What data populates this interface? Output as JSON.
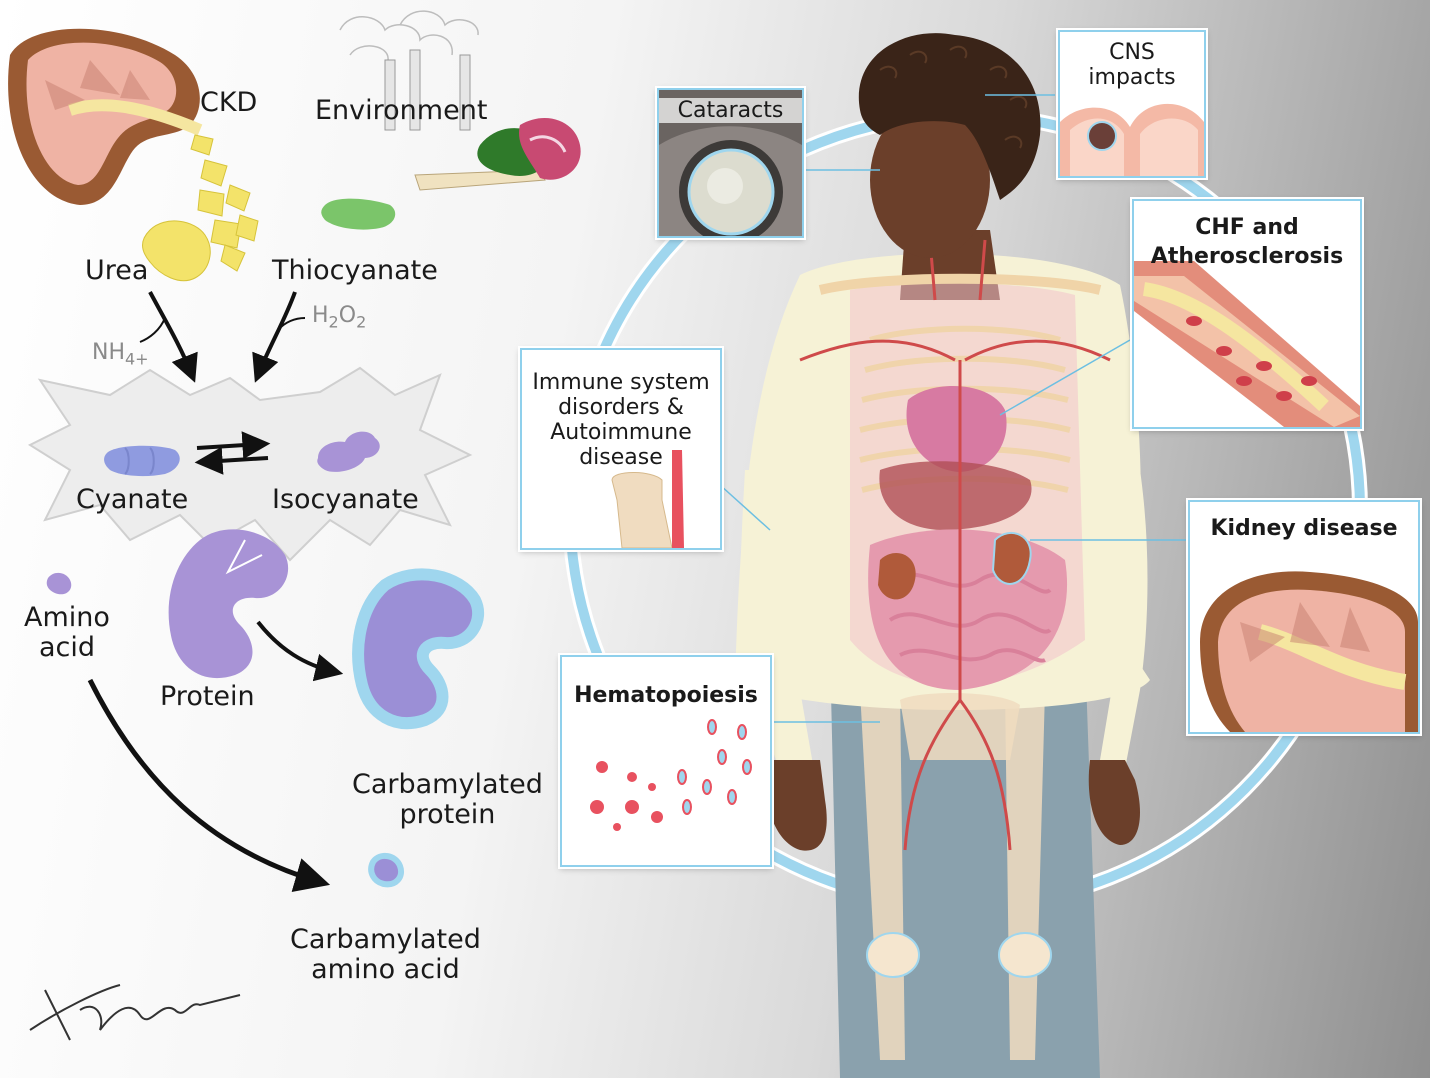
{
  "pathway": {
    "sources": {
      "ckd": "CKD",
      "environment": "Environment",
      "urea": "Urea",
      "thiocyanate": "Thiocyanate"
    },
    "reagents": {
      "ammonium": "NH",
      "ammonium_sub": "4+",
      "peroxide_a": "H",
      "peroxide_sub1": "2",
      "peroxide_b": "O",
      "peroxide_sub2": "2"
    },
    "equilibrium": {
      "cyanate": "Cyanate",
      "isocyanate": "Isocyanate"
    },
    "targets": {
      "amino_acid_line1": "Amino",
      "amino_acid_line2": "acid",
      "protein": "Protein",
      "carbamylated_protein_line1": "Carbamylated",
      "carbamylated_protein_line2": "protein",
      "carbamylated_amino_acid_line1": "Carbamylated",
      "carbamylated_amino_acid_line2": "amino acid"
    }
  },
  "callouts": {
    "cataracts": "Cataracts",
    "cns_line1": "CNS",
    "cns_line2": "impacts",
    "chf_line1": "CHF and",
    "chf_line2": "Atherosclerosis",
    "immune_line1": "Immune system",
    "immune_line2": "disorders &",
    "immune_line3": "Autoimmune",
    "immune_line4": "disease",
    "kidney": "Kidney disease",
    "hematopoiesis": "Hematopoiesis"
  },
  "colors": {
    "ring": "#9fd6ee",
    "callout_border": "#8fd0ec",
    "molecule_purple": "#9b8fd6",
    "cyanate_blue": "#8f9be0",
    "urea_yellow": "#f3e36a",
    "thiocyanate_green": "#7bc56a",
    "kidney_brown": "#9a5a33",
    "blood_red": "#e8515f"
  }
}
